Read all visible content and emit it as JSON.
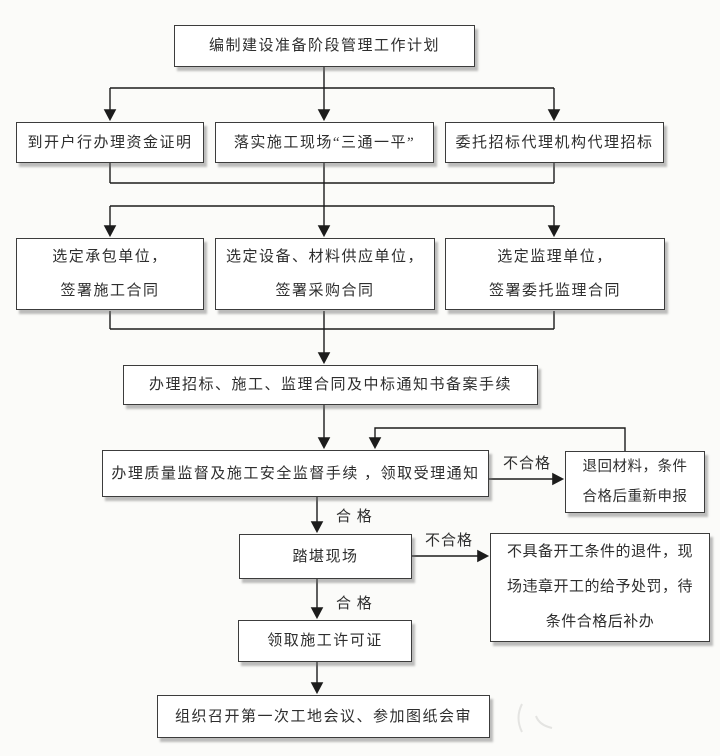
{
  "flowchart": {
    "nodes": {
      "plan": {
        "label": "编制建设准备阶段管理工作计划"
      },
      "fund": {
        "label": "到开户行办理资金证明"
      },
      "site": {
        "label": "落实施工现场“三通一平”"
      },
      "agency": {
        "label": "委托招标代理机构代理招标"
      },
      "contractor": {
        "label": "选定承包单位，\n签署施工合同"
      },
      "supplier": {
        "label": "选定设备、材料供应单位，\n签署采购合同"
      },
      "supervisor": {
        "label": "选定监理单位，\n签署委托监理合同"
      },
      "record": {
        "label": "办理招标、施工、监理合同及中标通知书备案手续"
      },
      "quality": {
        "label": "办理质量监督及施工安全监督手续 ，领取受理通知"
      },
      "returned": {
        "label": "退回材料，条件\n合格后重新申报"
      },
      "survey": {
        "label": "踏堪现场"
      },
      "penalty": {
        "label": "不具备开工条件的退件，现\n场违章开工的给予处罚，待\n条件合格后补办"
      },
      "permit": {
        "label": "领取施工许可证"
      },
      "meeting": {
        "label": "组织召开第一次工地会议、参加图纸会审"
      }
    },
    "edge_labels": {
      "fail1": "不合格",
      "pass1": "合 格",
      "fail2": "不合格",
      "pass2": "合 格"
    },
    "colors": {
      "background": "#fbfbf9",
      "box_fill": "#ffffff",
      "box_border": "#3c3c3c",
      "line": "#1c1c1c",
      "text": "#2e2e2e"
    }
  }
}
